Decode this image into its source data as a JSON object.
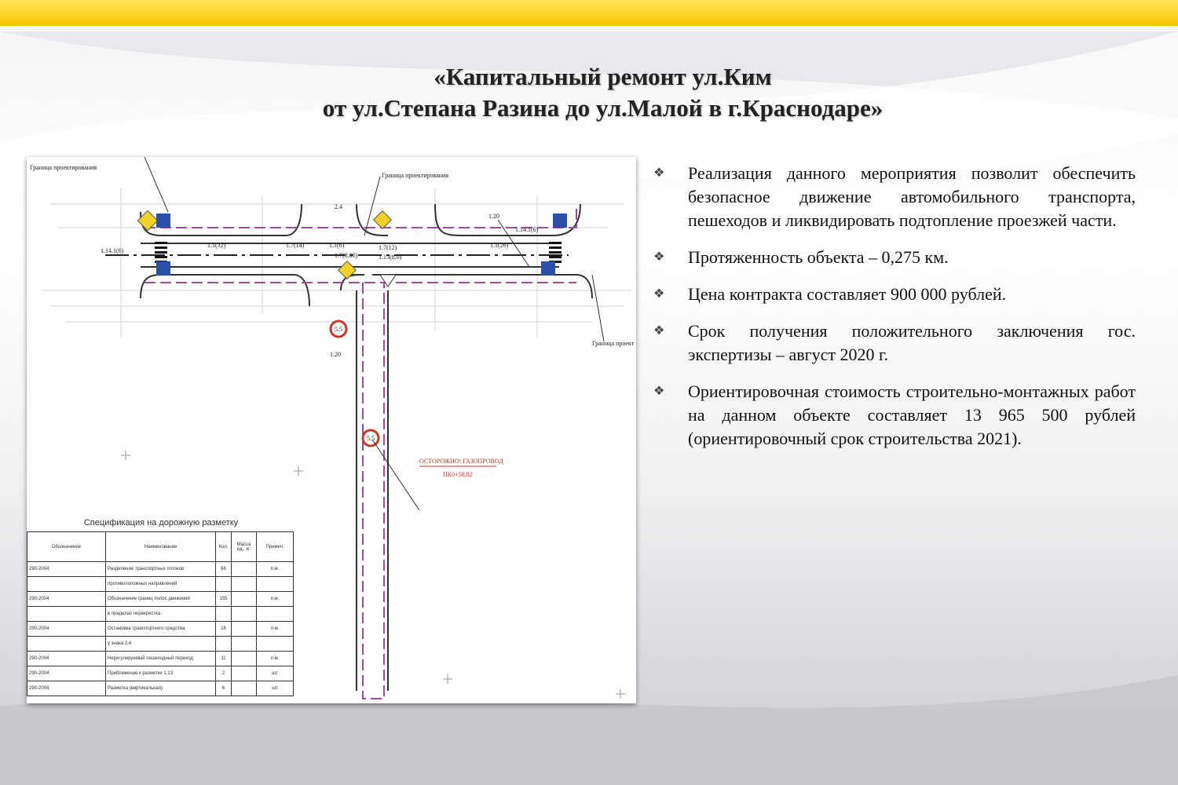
{
  "title": {
    "line1": "«Капитальный ремонт ул.Ким",
    "line2": "от ул.Степана Разина до ул.Малой в г.Краснодаре»"
  },
  "bullets": [
    "Реализация данного мероприятия позволит обеспечить безопасное движение автомобильного транспорта, пешеходов и ликвидировать подтопление проезжей части.",
    "Протяженность объекта – 0,275 км.",
    "Цена контракта составляет 900 000 рублей.",
    "Срок получения положительного заключения гос. экспертизы – август 2020 г.",
    "Ориентировочная стоимость строительно-монтажных работ на данном объекте составляет 13 965 500 рублей (ориентировочный срок строительства 2021)."
  ],
  "bullet_marker": "❖",
  "drawing": {
    "labels": {
      "border1": "Граница проектирования",
      "border2": "Граница проектирования",
      "border3": "Граница проект",
      "m1": "1.1(32)",
      "m2": "1.7(14)",
      "m3": "1.1(6)",
      "m4": "1.7(12)",
      "m5": "1.7(8.00)",
      "m6": "1.13(8.0)",
      "m7": "1.1(26)",
      "m8": "1.14.1(6)",
      "m9": "1.14.1(6)",
      "m10": "1.20",
      "m11": "2.4",
      "m12": "1.20",
      "m13": "5.5",
      "m14": "5.5",
      "gas": "ОСТОРОЖНО! ГАЗОПРОВОД",
      "pk": "ПК0+50,82"
    },
    "spec": {
      "caption": "Спецификация на дорожную разметку",
      "headers": [
        "Обозначение",
        "Наименование",
        "Кол.",
        "Масса ед., кг.",
        "Примеч."
      ],
      "rows": [
        [
          "290-2004",
          "Разделение транспортных потоков",
          "66",
          "",
          "п.м."
        ],
        [
          "",
          "противоположных направлений",
          "",
          "",
          ""
        ],
        [
          "290-2004",
          "Обозначение границ полос движения",
          "155",
          "",
          "п.м."
        ],
        [
          "",
          "в пределах перекрестка",
          "",
          "",
          ""
        ],
        [
          "290-2004",
          "Остановка транспортного средства",
          "16",
          "",
          "п.м."
        ],
        [
          "",
          "у знака 2.4",
          "",
          "",
          ""
        ],
        [
          "290-2004",
          "Нерегулируемый пешеходный переход",
          "11",
          "",
          "п.м."
        ],
        [
          "290-2004",
          "Приближение к разметке 1.13",
          "2",
          "",
          "шт"
        ],
        [
          "290-2004",
          "Разметка (вертикальная)",
          "6",
          "",
          "шт"
        ]
      ]
    }
  },
  "colors": {
    "accent": "#ffcf1a",
    "road_border": "#9b4f9b",
    "sign_blue": "#2b4fa8",
    "sign_yellow": "#f2d22a",
    "warning_red": "#c0392b"
  }
}
